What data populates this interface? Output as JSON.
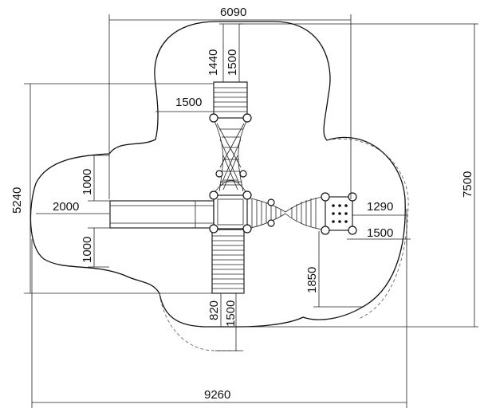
{
  "dimensions": {
    "top_width": "6090",
    "top_ladder_a": "1440",
    "top_ladder_b": "1500",
    "top_offset": "1500",
    "left_height": "5240",
    "slide_upper": "1000",
    "slide_length": "2000",
    "slide_lower": "1000",
    "right_height": "7500",
    "right_deck": "1290",
    "right_offset": "1500",
    "bottom_ladder_gap": "1850",
    "bottom_ladder_a": "820",
    "bottom_ladder_b": "1500",
    "bottom_width": "9260"
  }
}
